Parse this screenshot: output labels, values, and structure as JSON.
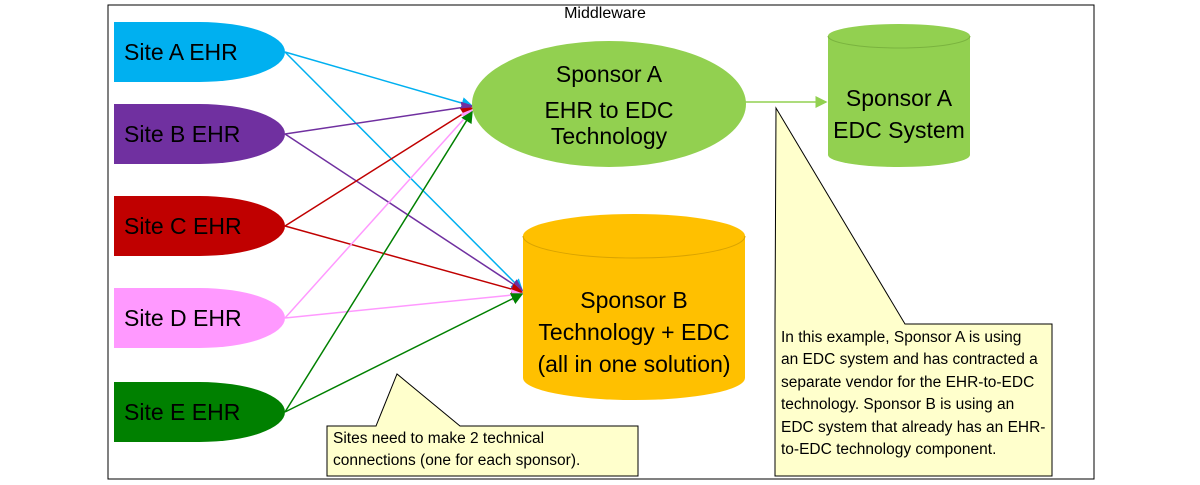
{
  "frame": {
    "label": "Middleware"
  },
  "sites": [
    {
      "id": "a",
      "label": "Site A EHR",
      "color": "#00b0f0"
    },
    {
      "id": "b",
      "label": "Site B EHR",
      "color": "#7030a0"
    },
    {
      "id": "c",
      "label": "Site C EHR",
      "color": "#c00000"
    },
    {
      "id": "d",
      "label": "Site D EHR",
      "color": "#ff99ff"
    },
    {
      "id": "e",
      "label": "Site E EHR",
      "color": "#008000"
    }
  ],
  "sponsor_a_tech": {
    "line1": "Sponsor A",
    "line2": "EHR to EDC",
    "line3": "Technology",
    "color": "#92d050"
  },
  "sponsor_a_edc": {
    "line1": "Sponsor A",
    "line2": "EDC System",
    "color": "#92d050"
  },
  "sponsor_b": {
    "line1": "Sponsor B",
    "line2": "Technology + EDC",
    "line3": "(all in one solution)",
    "color": "#ffc000"
  },
  "callouts": {
    "sites": {
      "line1": "Sites need to make 2 technical",
      "line2": "connections (one for each sponsor)."
    },
    "example": {
      "line1": "In this example, Sponsor A is using",
      "line2": "an EDC system and has contracted a",
      "line3": "separate vendor for the EHR-to-EDC",
      "line4": "technology. Sponsor B is using an",
      "line5": "EDC system that already has an EHR-",
      "line6": "to-EDC technology component."
    },
    "fill": "#ffffcc"
  }
}
